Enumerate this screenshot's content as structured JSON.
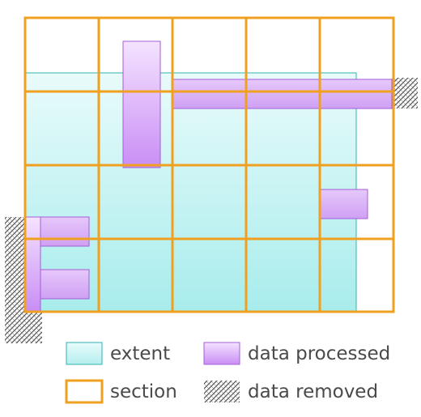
{
  "legend": {
    "extent_label": "extent",
    "processed_label": "data processed",
    "section_label": "section",
    "removed_label": "data removed"
  },
  "colors": {
    "extent_fill_top": "#e9fbfb",
    "extent_fill_bottom": "#a8ecec",
    "extent_stroke": "#2fb3b3",
    "section_stroke": "#f0a020",
    "processed_fill_top": "#f4e3ff",
    "processed_fill_bottom": "#c98ef5",
    "processed_stroke": "#a45ed6",
    "removed_hatch": "#555555"
  }
}
